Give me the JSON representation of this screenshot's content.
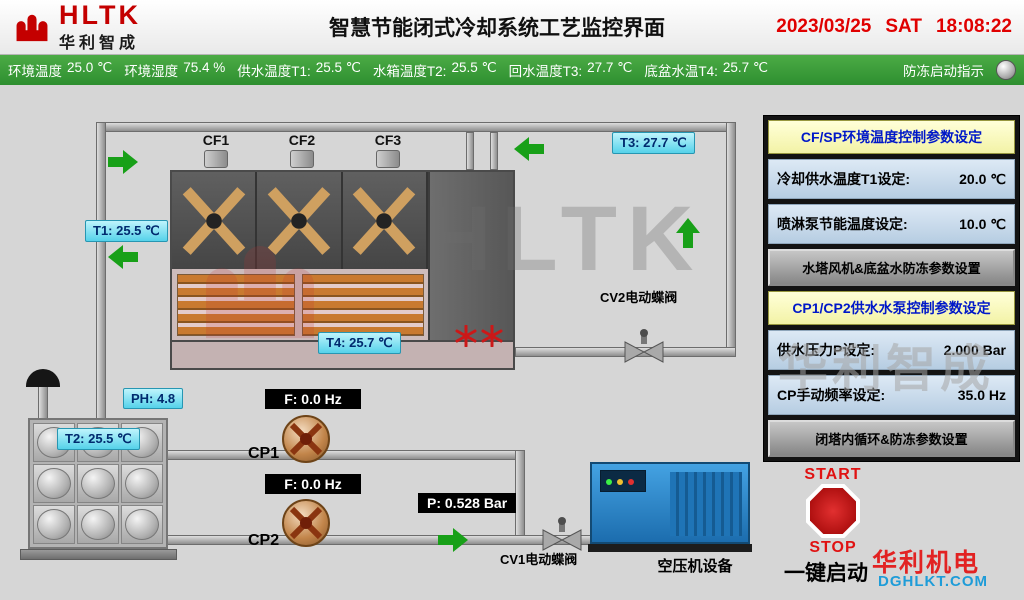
{
  "header": {
    "logo_text": "HLTK",
    "logo_subtext": "华利智成",
    "title": "智慧节能闭式冷却系统工艺监控界面",
    "date": "2023/03/25",
    "weekday": "SAT",
    "time": "18:08:22"
  },
  "status": {
    "items": [
      {
        "label": "环境温度",
        "value": "25.0 ℃"
      },
      {
        "label": "环境湿度",
        "value": "75.4 %"
      },
      {
        "label": "供水温度T1:",
        "value": "25.5 ℃"
      },
      {
        "label": "水箱温度T2:",
        "value": "25.5 ℃"
      },
      {
        "label": "回水温度T3:",
        "value": "27.7 ℃"
      },
      {
        "label": "底盆水温T4:",
        "value": "25.7 ℃"
      },
      {
        "label": "防冻启动指示",
        "value": ""
      }
    ]
  },
  "tower": {
    "fans": [
      "CF1",
      "CF2",
      "CF3"
    ]
  },
  "badges": {
    "t1": "T1: 25.5 ℃",
    "t2": "T2: 25.5 ℃",
    "t3": "T3: 27.7 ℃",
    "t4": "T4: 25.7 ℃",
    "ph": "PH: 4.8"
  },
  "pumps": {
    "cp1": {
      "name": "CP1",
      "freq": "F: 0.0 Hz"
    },
    "cp2": {
      "name": "CP2",
      "freq": "F: 0.0 Hz"
    }
  },
  "pressure_label": "P: 0.528 Bar",
  "valves": {
    "cv1": "CV1电动蝶阀",
    "cv2": "CV2电动蝶阀"
  },
  "compressor": {
    "label": "空压机设备"
  },
  "controls": {
    "start": "START",
    "stop": "STOP",
    "one_key": "一键启动"
  },
  "panel": {
    "section1_title": "CF/SP环境温度控制参数设定",
    "rows1": [
      {
        "label": "冷却供水温度T1设定:",
        "value": "20.0 ℃"
      },
      {
        "label": "喷淋泵节能温度设定:",
        "value": "10.0 ℃"
      }
    ],
    "button1": "水塔风机&底盆水防冻参数设置",
    "section2_title": "CP1/CP2供水水泵控制参数设定",
    "rows2": [
      {
        "label": "供水压力P设定:",
        "value": "2.000 Bar"
      },
      {
        "label": "CP手动频率设定:",
        "value": "35.0 Hz"
      }
    ],
    "button2": "闭塔内循环&防冻参数设置"
  },
  "footer": {
    "brand": "华利机电",
    "site": "DGHLKT.COM"
  },
  "watermark": {
    "text_en": "HLTK",
    "text_cn": "华利智成"
  }
}
